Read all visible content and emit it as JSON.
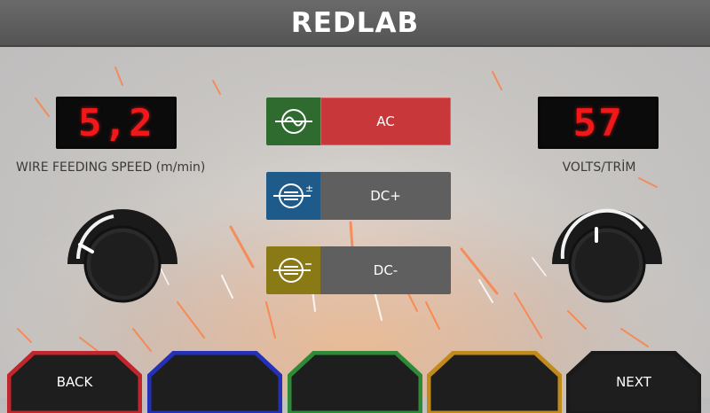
{
  "header": {
    "logo_text": "REDLAB"
  },
  "left_panel": {
    "display_value": "5,2",
    "caption": "WIRE FEEDING SPEED (m/min)"
  },
  "right_panel": {
    "display_value": "57",
    "caption": "VOLTS/TRİM"
  },
  "modes": [
    {
      "label": "AC",
      "icon": "ac-sine-icon",
      "icon_color": "#2f6b2f",
      "body_color": "#c8373a",
      "active": true
    },
    {
      "label": "DC+",
      "icon": "dc-plus-icon",
      "icon_color": "#1e5a8a",
      "body_color": "#5f5f5f",
      "active": false
    },
    {
      "label": "DC-",
      "icon": "dc-minus-icon",
      "icon_color": "#8a7a16",
      "body_color": "#5f5f5f",
      "active": false
    }
  ],
  "bottom_buttons": [
    {
      "label": "BACK",
      "border_color": "#c0262b"
    },
    {
      "label": "",
      "border_color": "#2430b8"
    },
    {
      "label": "",
      "border_color": "#2f8a37"
    },
    {
      "label": "",
      "border_color": "#c08a1c"
    },
    {
      "label": "NEXT",
      "border_color": "#1a1a1a"
    }
  ],
  "colors": {
    "display_digits": "#f01818",
    "header_bg": "#5e5e5e"
  }
}
